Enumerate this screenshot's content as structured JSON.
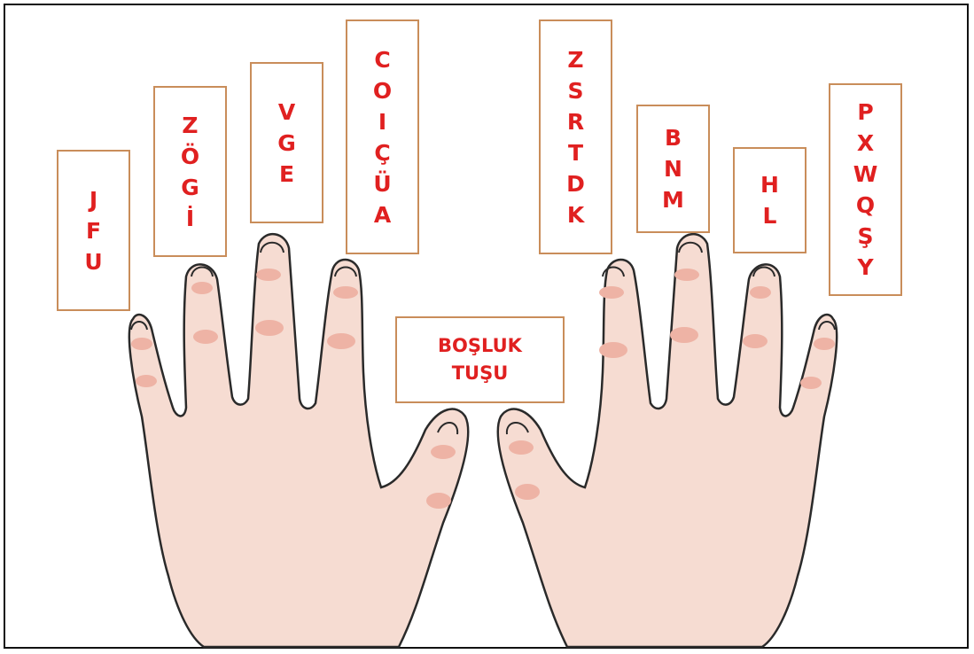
{
  "left_hand": {
    "pinky_keys": [
      "J",
      "F",
      "U"
    ],
    "ring_keys": [
      "Z",
      "Ö",
      "G",
      "İ"
    ],
    "middle_keys": [
      "V",
      "G",
      "E"
    ],
    "index_keys": [
      "C",
      "O",
      "I",
      "Ç",
      "Ü",
      "A"
    ]
  },
  "right_hand": {
    "index_keys": [
      "Z",
      "S",
      "R",
      "T",
      "D",
      "K"
    ],
    "middle_keys": [
      "B",
      "N",
      "M"
    ],
    "ring_keys": [
      "H",
      "L"
    ],
    "pinky_keys": [
      "P",
      "X",
      "W",
      "Q",
      "Ş",
      "Y"
    ]
  },
  "space_key": {
    "line1": "BOŞLUK",
    "line2": "TUŞU"
  },
  "colors": {
    "letter": "#e02020",
    "box_border": "#c98d5a",
    "skin": "#f6dcd2",
    "knuckle": "#eeb3a5",
    "outline": "#2a2a2a"
  }
}
